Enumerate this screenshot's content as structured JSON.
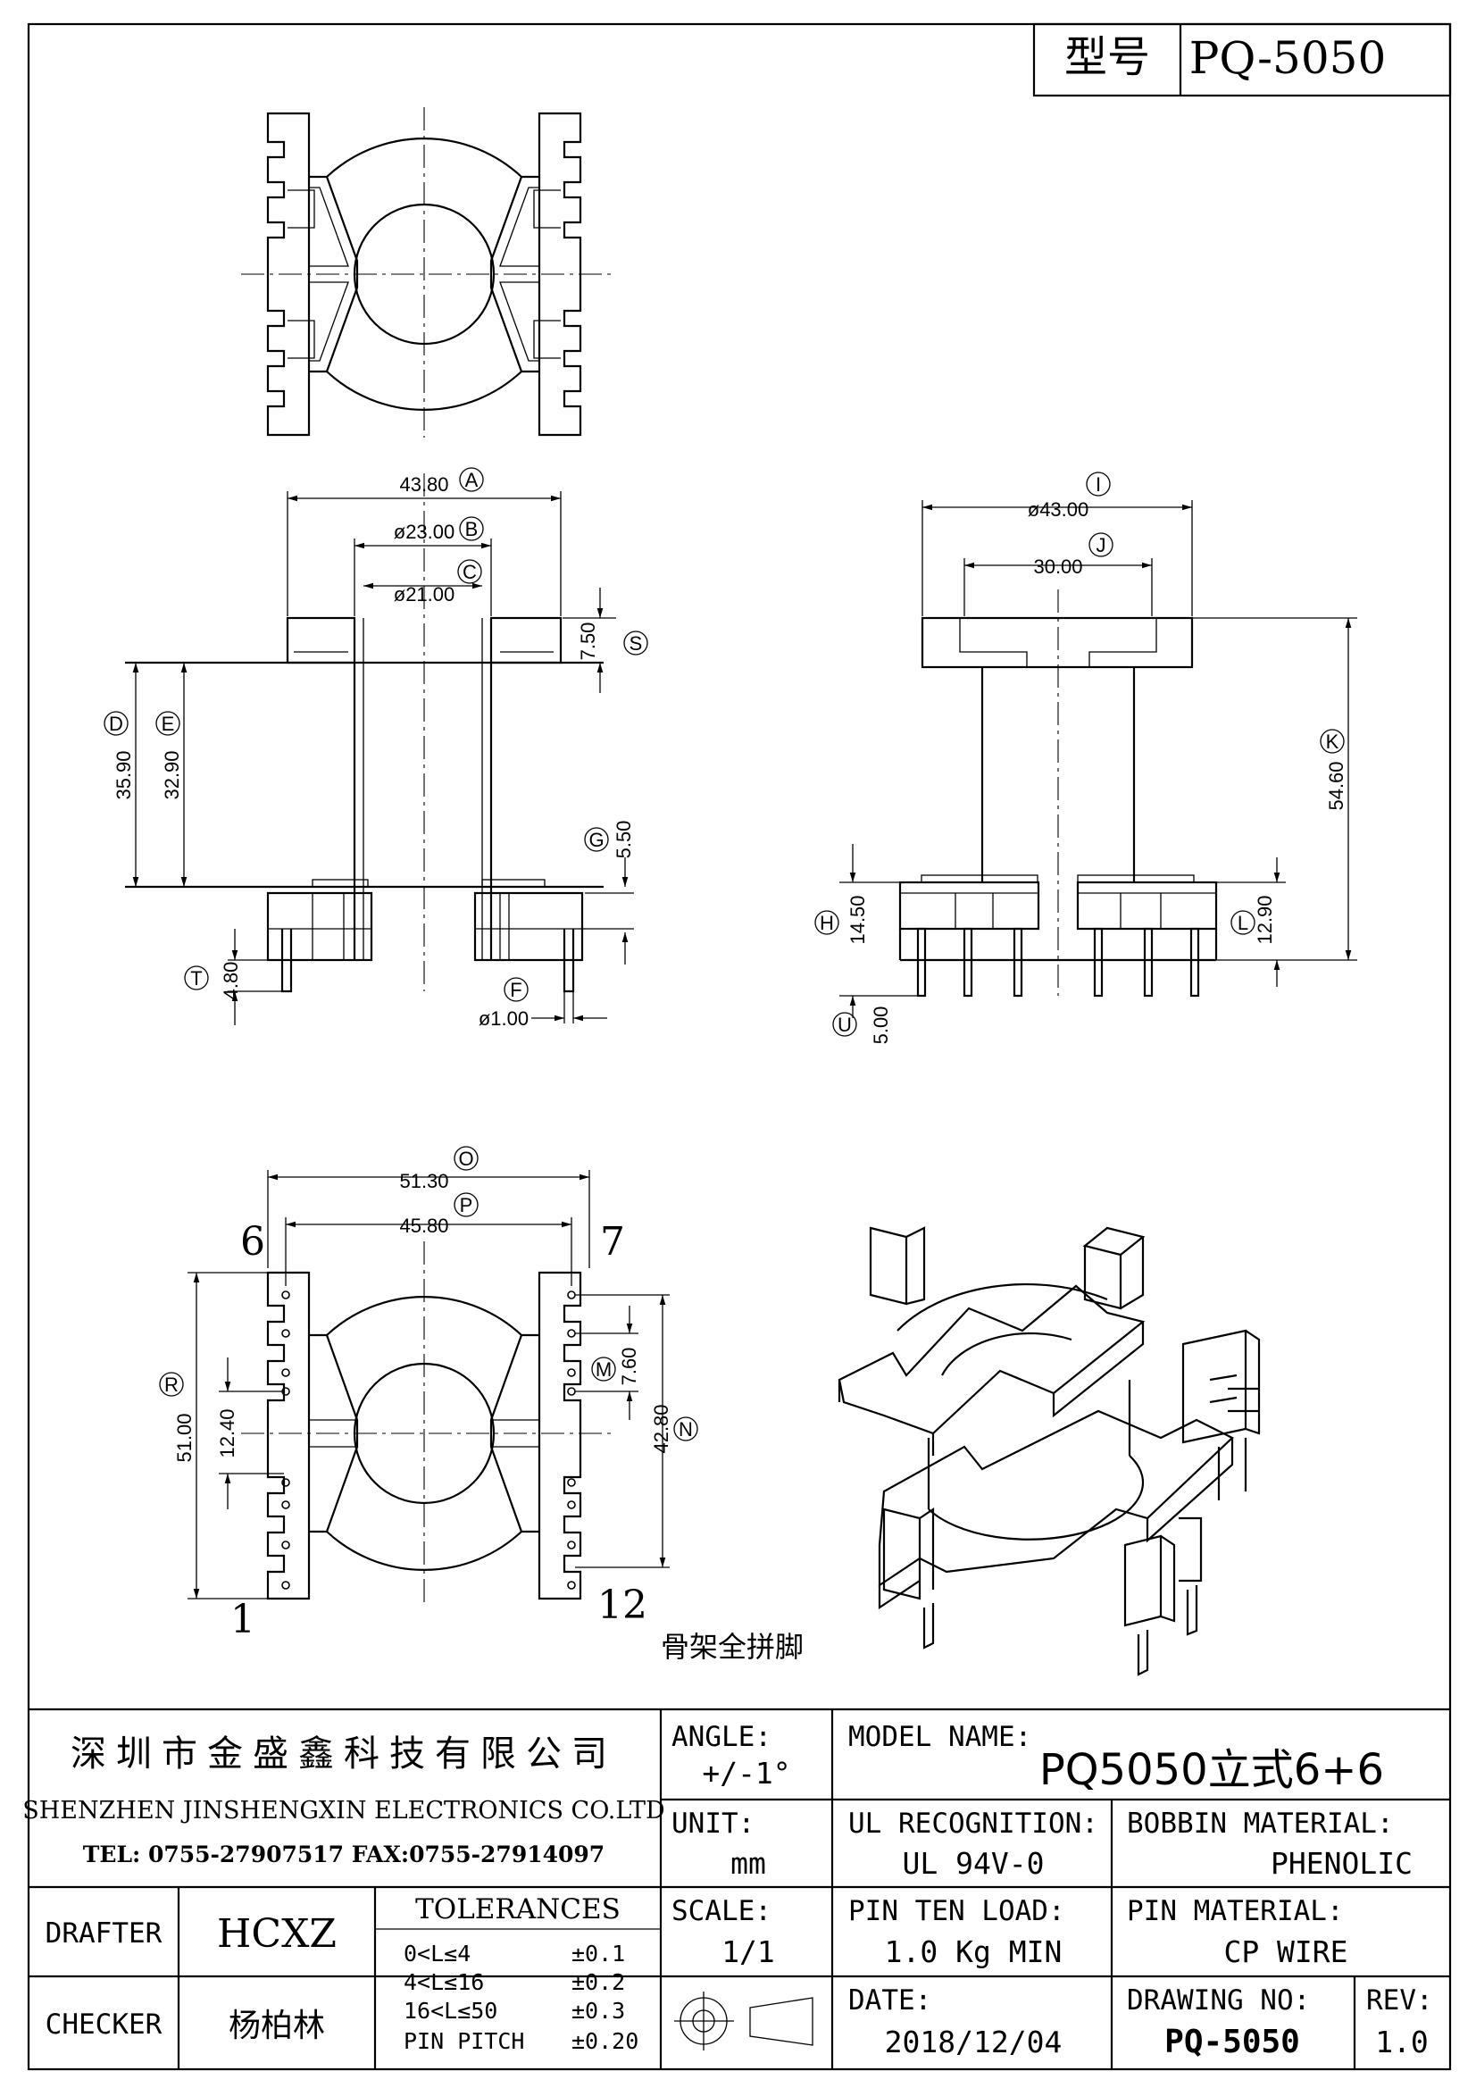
{
  "header": {
    "model_label": "型号",
    "model_value": "PQ-5050"
  },
  "dims": {
    "A": "A",
    "A_val": "43.80",
    "B": "B",
    "B_val": "ø23.00",
    "C": "C",
    "C_val": "ø21.00",
    "D": "D",
    "D_val": "35.90",
    "E": "E",
    "E_val": "32.90",
    "S": "S",
    "S_val": "7.50",
    "G": "G",
    "G_val": "5.50",
    "T": "T",
    "T_val": "4.80",
    "F": "F",
    "F_val": "ø1.00",
    "I": "I",
    "I_val": "ø43.00",
    "J": "J",
    "J_val": "30.00",
    "K": "K",
    "K_val": "54.60",
    "H": "H",
    "H_val": "14.50",
    "L": "L",
    "L_val": "12.90",
    "U": "U",
    "U_val": "5.00",
    "O": "O",
    "O_val": "51.30",
    "P": "P",
    "P_val": "45.80",
    "R": "R",
    "R_val": "51.00",
    "Q_val": "12.40",
    "M": "M",
    "M_val": "7.60",
    "N": "N",
    "N_val": "42.80"
  },
  "pins": {
    "p6": "6",
    "p7": "7",
    "p1": "1",
    "p12": "12"
  },
  "note": "骨架全拼脚",
  "company": {
    "name_cn": "深圳市金盛鑫科技有限公司",
    "name_en": "SHENZHEN JINSHENGXIN ELECTRONICS CO.LTD",
    "contact": "TEL: 0755-27907517  FAX:0755-27914097"
  },
  "title_block": {
    "angle_label": "ANGLE:",
    "angle_value": "+/-1°",
    "model_name_label": "MODEL NAME:",
    "model_name_value": "PQ5050立式6+6",
    "unit_label": "UNIT:",
    "unit_value": "mm",
    "ul_label": "UL RECOGNITION:",
    "ul_value": "UL 94V-0",
    "bobbin_label": "BOBBIN MATERIAL:",
    "bobbin_value": "PHENOLIC",
    "scale_label": "SCALE:",
    "scale_value": "1/1",
    "pin_ten_label": "PIN TEN LOAD:",
    "pin_ten_value": "1.0 Kg MIN",
    "pin_mat_label": "PIN MATERIAL:",
    "pin_mat_value": "CP WIRE",
    "drafter_label": "DRAFTER",
    "drafter_value": "HCXZ",
    "checker_label": "CHECKER",
    "checker_value": "杨柏林",
    "tol_label": "TOLERANCES",
    "tol": [
      {
        "range": "0<L≤4",
        "value": "±0.1"
      },
      {
        "range": "4<L≤16",
        "value": "±0.2"
      },
      {
        "range": "16<L≤50",
        "value": "±0.3"
      },
      {
        "range": "PIN PITCH",
        "value": "±0.20"
      }
    ],
    "date_label": "DATE:",
    "date_value": "2018/12/04",
    "drawing_label": "DRAWING NO:",
    "drawing_value": "PQ-5050",
    "rev_label": "REV:",
    "rev_value": "1.0"
  }
}
